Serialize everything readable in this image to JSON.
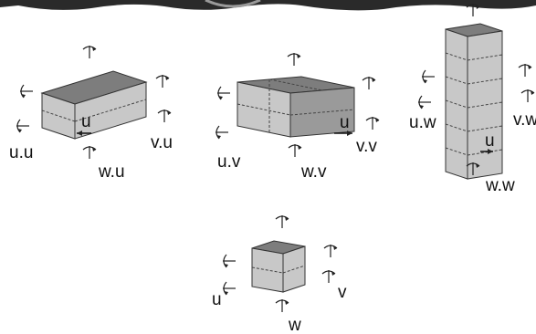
{
  "labels": {
    "u_u": "u.u",
    "v_u": "v.u",
    "w_u": "w.u",
    "u_in_u": "u",
    "u_v": "u.v",
    "v_v": "v.v",
    "w_v": "w.v",
    "u_in_v": "u",
    "u_w": "u.w",
    "v_w": "v.w",
    "w_w": "w.w",
    "u_in_w": "u",
    "u": "u",
    "v": "v",
    "w": "w"
  },
  "colors": {
    "top": "#7d7d7d",
    "front": "#c8c8c8",
    "side": "#9a9a9a",
    "ink": "#222222",
    "banner": "#2a2a2a"
  }
}
